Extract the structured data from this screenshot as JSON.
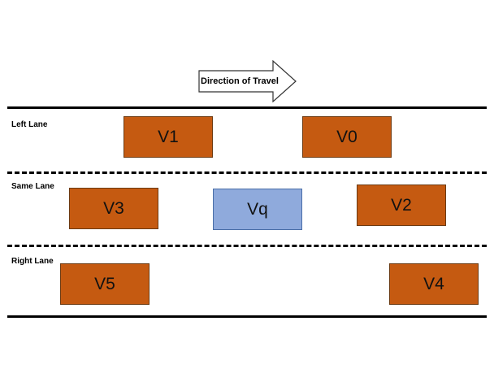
{
  "direction_label": "Direction of Travel",
  "lanes": {
    "left": "Left Lane",
    "same": "Same Lane",
    "right": "Right Lane"
  },
  "vehicles": {
    "v0": "V0",
    "v1": "V1",
    "v2": "V2",
    "v3": "V3",
    "v4": "V4",
    "v5": "V5",
    "vq": "Vq"
  },
  "colors": {
    "other_vehicle": "#c55a11",
    "query_vehicle": "#8faadc"
  }
}
